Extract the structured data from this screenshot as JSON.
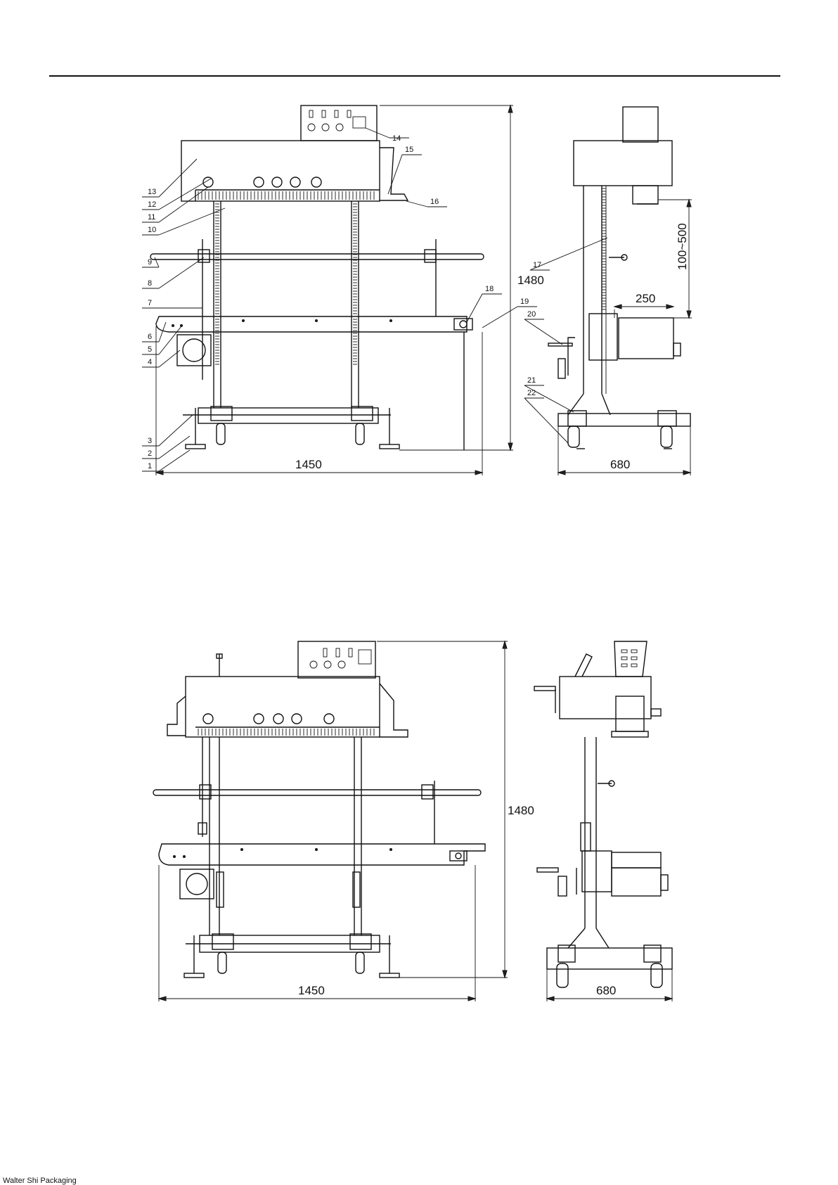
{
  "callouts": [
    "1",
    "2",
    "3",
    "4",
    "5",
    "6",
    "7",
    "8",
    "9",
    "10",
    "11",
    "12",
    "13",
    "14",
    "15",
    "16",
    "17",
    "18",
    "19",
    "20",
    "21",
    "22"
  ],
  "dimensions": {
    "top_front_width": "1450",
    "top_front_height": "1480",
    "top_side_width": "680",
    "top_side_range": "100~500",
    "top_side_depth": "250",
    "bottom_front_width": "1450",
    "bottom_front_height": "1480",
    "bottom_side_width": "680"
  },
  "footer_text": "Walter Shi Packaging"
}
